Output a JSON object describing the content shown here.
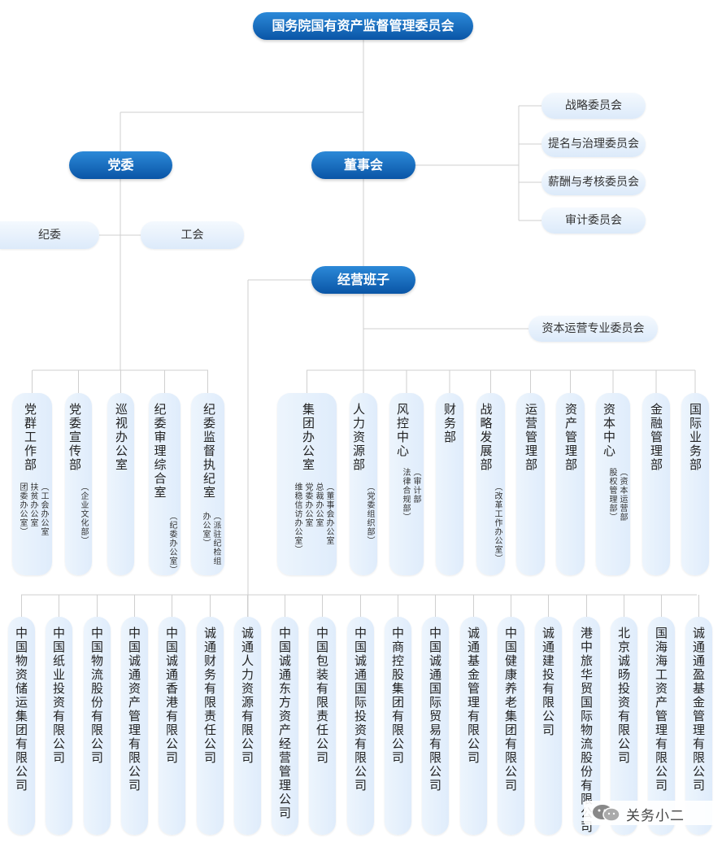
{
  "top": "国务院国有资产监督管理委员会",
  "party": "党委",
  "board": "董事会",
  "management": "经营班子",
  "board_committees": [
    "战略委员会",
    "提名与治理委员会",
    "薪酬与考核委员会",
    "审计委员会"
  ],
  "party_units": [
    "纪委",
    "工会"
  ],
  "capital_committee": "资本运营专业委员会",
  "party_depts": [
    {
      "main": "党群工作部",
      "subs": [
        "（工会办公室",
        "扶贫办公室",
        "团委办公室）"
      ]
    },
    {
      "main": "党委宣传部",
      "subs": [
        "（企业文化部）"
      ]
    },
    {
      "main": "巡视办公室",
      "subs": []
    },
    {
      "main": "纪委审理综合室",
      "subs": [
        "（纪委办公室）"
      ]
    },
    {
      "main": "纪委监督执纪室",
      "subs": [
        "（派驻纪检组",
        "办公室）"
      ]
    }
  ],
  "mgmt_depts": [
    {
      "main": "集团办公室",
      "subs": [
        "（董事会办公室",
        "总裁办公室",
        "党委办公室",
        "维稳信访办公室）"
      ]
    },
    {
      "main": "人力资源部",
      "subs": [
        "（党委组织部）"
      ]
    },
    {
      "main": "风控中心",
      "subs": [
        "（审计部",
        "法律合规部）"
      ]
    },
    {
      "main": "财务部",
      "subs": []
    },
    {
      "main": "战略发展部",
      "subs": [
        "（改革工作办公室）"
      ]
    },
    {
      "main": "运营管理部",
      "subs": []
    },
    {
      "main": "资产管理部",
      "subs": []
    },
    {
      "main": "资本中心",
      "subs": [
        "（资本运营部",
        "股权管理部）"
      ]
    },
    {
      "main": "金融管理部",
      "subs": []
    },
    {
      "main": "国际业务部",
      "subs": []
    }
  ],
  "companies": [
    "中国物资储运集团有限公司",
    "中国纸业投资有限公司",
    "中国物流股份有限公司",
    "中国诚通资产管理有限公司",
    "中国诚通香港有限公司",
    "诚通财务有限责任公司",
    "诚通人力资源有限公司",
    "中国诚通东方资产经营管理公司",
    "中国包装有限责任公司",
    "中国诚通国际投资有限公司",
    "中商控股集团有限公司",
    "中国诚通国际贸易有限公司",
    "诚通基金管理有限公司",
    "中国健康养老集团有限公司",
    "诚通建投有限公司",
    "港中旅华贸国际物流股份有限公司",
    "北京诚旸投资有限公司",
    "国海海工资产管理有限公司",
    "诚通通盈基金管理有限公司"
  ],
  "watermark": "关务小二",
  "colors": {
    "dark_box": "#0a55a6",
    "light_box": "#dceafa",
    "line": "#cfcfcf"
  }
}
